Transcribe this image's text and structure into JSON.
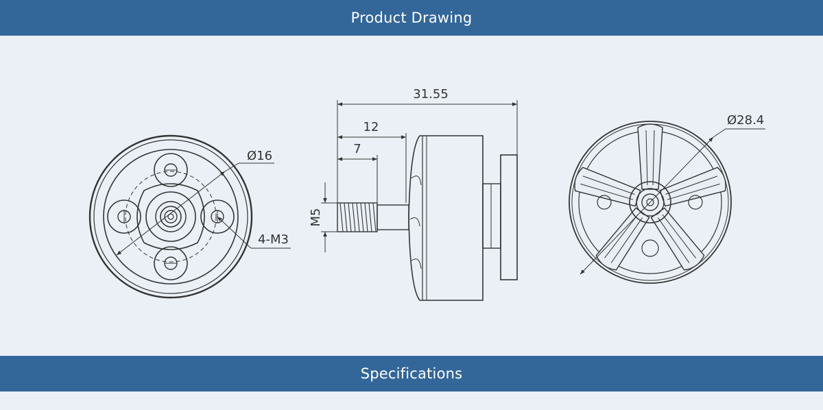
{
  "header": {
    "title": "Product Drawing"
  },
  "section_footer": {
    "title": "Specifications"
  },
  "drawing": {
    "front_view": {
      "diameter_label": "Ø16",
      "screw_label": "4-M3"
    },
    "side_view": {
      "overall_length": "31.55",
      "shaft_length": "12",
      "thread_length": "7",
      "thread_size": "M5"
    },
    "rear_view": {
      "diameter_label": "Ø28.4"
    }
  },
  "colors": {
    "band": "#336699",
    "background": "#eaf0f6",
    "line": "#333333",
    "band_text": "#ffffff"
  }
}
